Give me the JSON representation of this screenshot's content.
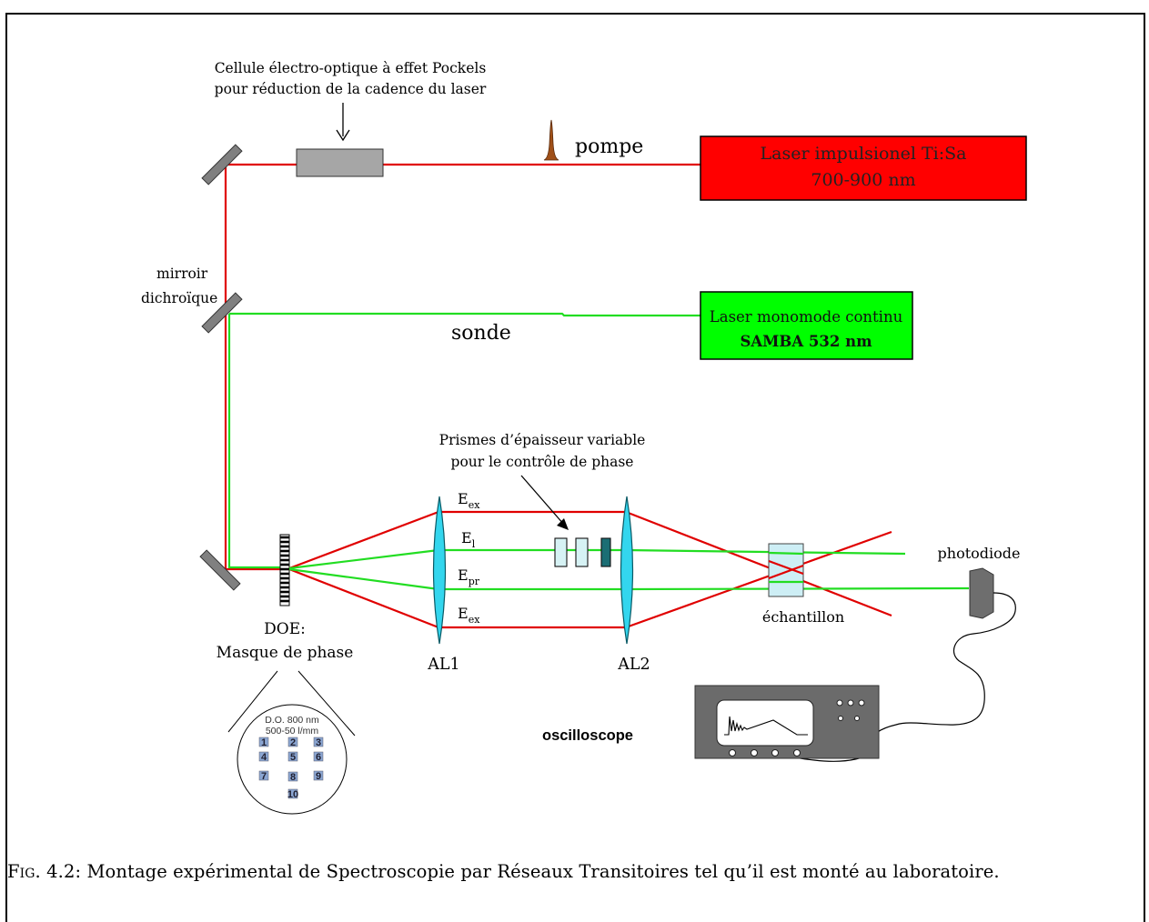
{
  "pockels": {
    "line1": "Cellule électro-optique à effet Pockels",
    "line2": "pour réduction de la cadence du laser"
  },
  "pump_label": "pompe",
  "probe_label": "sonde",
  "laser_ti": {
    "line1": "Laser impulsionel Ti:Sa",
    "line2": "700-900 nm",
    "fill": "#ff0000"
  },
  "laser_samba": {
    "line1": "Laser monomode continu",
    "line2": "SAMBA 532 nm",
    "fill": "#00ff00"
  },
  "mirror_label": {
    "line1": "mirroir",
    "line2": "dichroïque"
  },
  "prisms": {
    "line1": "Prismes d’épaisseur variable",
    "line2": "pour le contrôle de phase"
  },
  "beams": {
    "ex_top": {
      "main": "E",
      "sub": "ex"
    },
    "l": {
      "main": "E",
      "sub": "l"
    },
    "pr": {
      "main": "E",
      "sub": "pr"
    },
    "ex_bottom": {
      "main": "E",
      "sub": "ex"
    }
  },
  "doe": {
    "line1": "DOE:",
    "line2": "Masque de phase"
  },
  "lenses": {
    "al1": "AL1",
    "al2": "AL2"
  },
  "sample_label": "échantillon",
  "photodiode_label": "photodiode",
  "oscilloscope_label": "oscilloscope",
  "mask_inset": {
    "line1": "D.O. 800 nm",
    "line2": "500-50 l/mm",
    "numbers": [
      "1",
      "2",
      "3",
      "4",
      "5",
      "6",
      "7",
      "8",
      "9",
      "10"
    ]
  },
  "colors": {
    "pump": "#e00000",
    "probe": "#22dd22",
    "lens": "#33d6ee",
    "prism_light": "#d6f2f4",
    "prism_dark": "#1b6e74",
    "sample": "#cdeef5",
    "scope": "#6b6b6b"
  },
  "caption": {
    "fig": "Fig. 4.2:",
    "text": "Montage expérimental de Spectroscopie par Réseaux Transitoires tel qu’il est monté au laboratoire."
  }
}
